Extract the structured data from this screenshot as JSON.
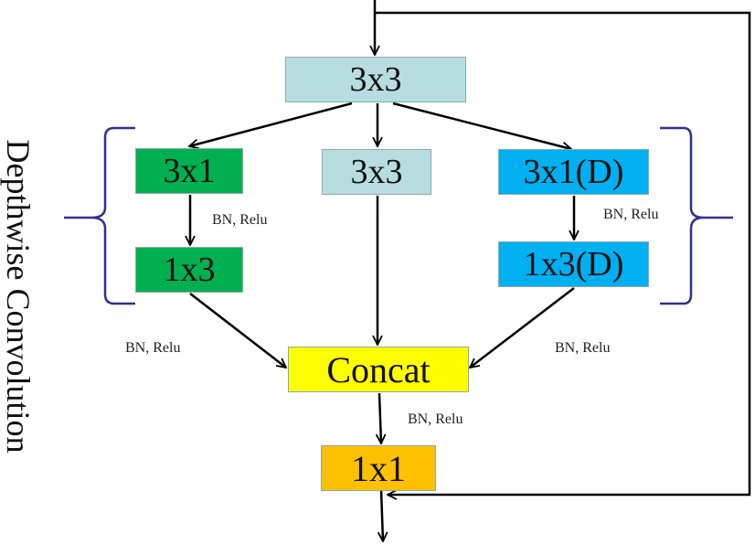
{
  "diagram": {
    "side_label": "Depthwise Convolution",
    "colors": {
      "light_teal": "#b7dde1",
      "green": "#00b050",
      "cyan": "#00b0f0",
      "yellow": "#ffff00",
      "orange": "#ffc000",
      "brace": "#2e3192",
      "arrow": "#000000"
    },
    "nodes": {
      "top": {
        "label": "3x3"
      },
      "left_1": {
        "label": "3x1"
      },
      "left_2": {
        "label": "1x3"
      },
      "middle": {
        "label": "3x3"
      },
      "right_1": {
        "label": "3x1(D)"
      },
      "right_2": {
        "label": "1x3(D)"
      },
      "concat": {
        "label": "Concat"
      },
      "output": {
        "label": "1x1"
      }
    },
    "edge_labels": {
      "left_inner": "BN, Relu",
      "right_inner": "BN, Relu",
      "left_outer": "BN, Relu",
      "right_outer": "BN, Relu",
      "concat_out": "BN, Relu"
    }
  }
}
